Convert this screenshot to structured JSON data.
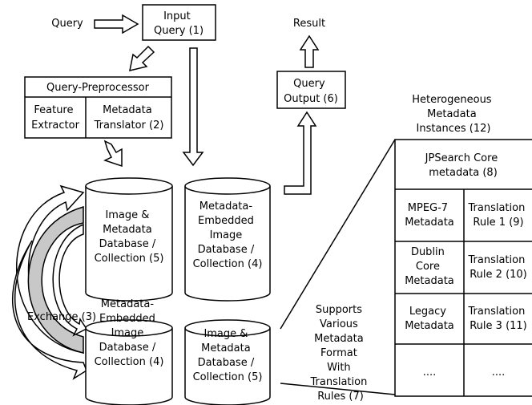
{
  "query_label": "Query",
  "input_query": [
    "Input",
    "Query (1)"
  ],
  "result_label": "Result",
  "query_output": [
    "Query",
    "Output (6)"
  ],
  "preprocessor": {
    "title": "Query-Preprocessor",
    "feature_extractor": [
      "Feature",
      "Extractor"
    ],
    "metadata_translator": [
      "Metadata",
      "Translator (2)"
    ]
  },
  "db_top_left": [
    "Image &",
    "Metadata",
    "Database /",
    "Collection (5)"
  ],
  "db_top_right": [
    "Metadata-",
    "Embedded",
    "Image",
    "Database /",
    "Collection (4)"
  ],
  "db_bottom_left": [
    "Metadata-",
    "Embedded",
    "Image",
    "Database /",
    "Collection (4)"
  ],
  "db_bottom_right": [
    "Image &",
    "Metadata",
    "Database /",
    "Collection (5)"
  ],
  "exchange_label": "Exchange (3)",
  "supports_label": [
    "Supports",
    "Various",
    "Metadata",
    "Format",
    "With",
    "Translation",
    "Rules (7)"
  ],
  "heterogeneous_title": [
    "Heterogeneous",
    "Metadata",
    "Instances (12)"
  ],
  "jpsearch_core": [
    "JPSearch Core",
    "metadata (8)"
  ],
  "table_rows": [
    {
      "left": [
        "MPEG-7",
        "Metadata"
      ],
      "right": [
        "Translation",
        "Rule 1 (9)"
      ]
    },
    {
      "left": [
        "Dublin",
        "Core",
        "Metadata"
      ],
      "right": [
        "Translation",
        "Rule 2 (10)"
      ]
    },
    {
      "left": [
        "Legacy",
        "Metadata"
      ],
      "right": [
        "Translation",
        "Rule 3 (11)"
      ]
    },
    {
      "left": [
        "...."
      ],
      "right": [
        "...."
      ]
    }
  ]
}
